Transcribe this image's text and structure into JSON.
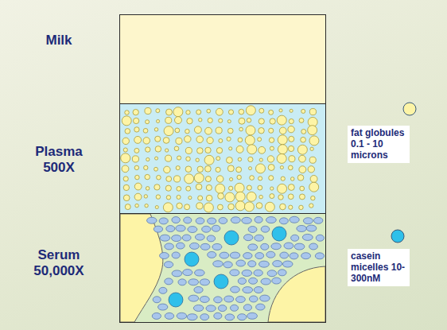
{
  "diagram": {
    "nodes": [
      {
        "text": [
          "Milk"
        ]
      },
      {
        "text": [
          "Plasma",
          "500X"
        ]
      },
      {
        "text": [
          "Serum",
          "50,000X"
        ]
      }
    ],
    "legend": [
      {
        "text": "fat globules 0.1 - 10 microns",
        "color": "#fdf4a6"
      },
      {
        "text": "casein micelles 10-300nM",
        "color": "#2fc0ea"
      }
    ]
  }
}
